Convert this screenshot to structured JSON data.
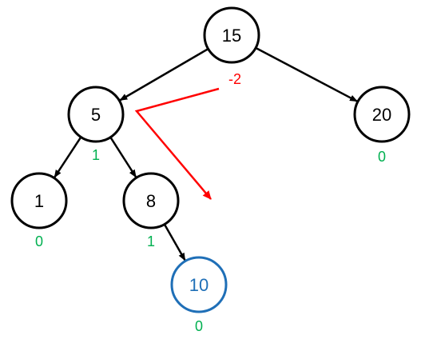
{
  "colors": {
    "node_stroke": "#000000",
    "edge": "#000000",
    "new_node": "#1f6fb7",
    "balance_ok": "#00b050",
    "balance_violation": "#ff0000",
    "rotation_arrow": "#ff0000"
  },
  "nodes": [
    {
      "id": "n15",
      "value": "15",
      "balance": "-2",
      "highlight": false,
      "violation": true
    },
    {
      "id": "n5",
      "value": "5",
      "balance": "1",
      "highlight": false,
      "violation": false
    },
    {
      "id": "n20",
      "value": "20",
      "balance": "0",
      "highlight": false,
      "violation": false
    },
    {
      "id": "n1",
      "value": "1",
      "balance": "0",
      "highlight": false,
      "violation": false
    },
    {
      "id": "n8",
      "value": "8",
      "balance": "1",
      "highlight": false,
      "violation": false
    },
    {
      "id": "n10",
      "value": "10",
      "balance": "0",
      "highlight": true,
      "violation": false
    }
  ],
  "edges": [
    {
      "from": "n15",
      "to": "n5"
    },
    {
      "from": "n15",
      "to": "n20"
    },
    {
      "from": "n5",
      "to": "n1"
    },
    {
      "from": "n5",
      "to": "n8"
    },
    {
      "from": "n8",
      "to": "n10"
    }
  ]
}
